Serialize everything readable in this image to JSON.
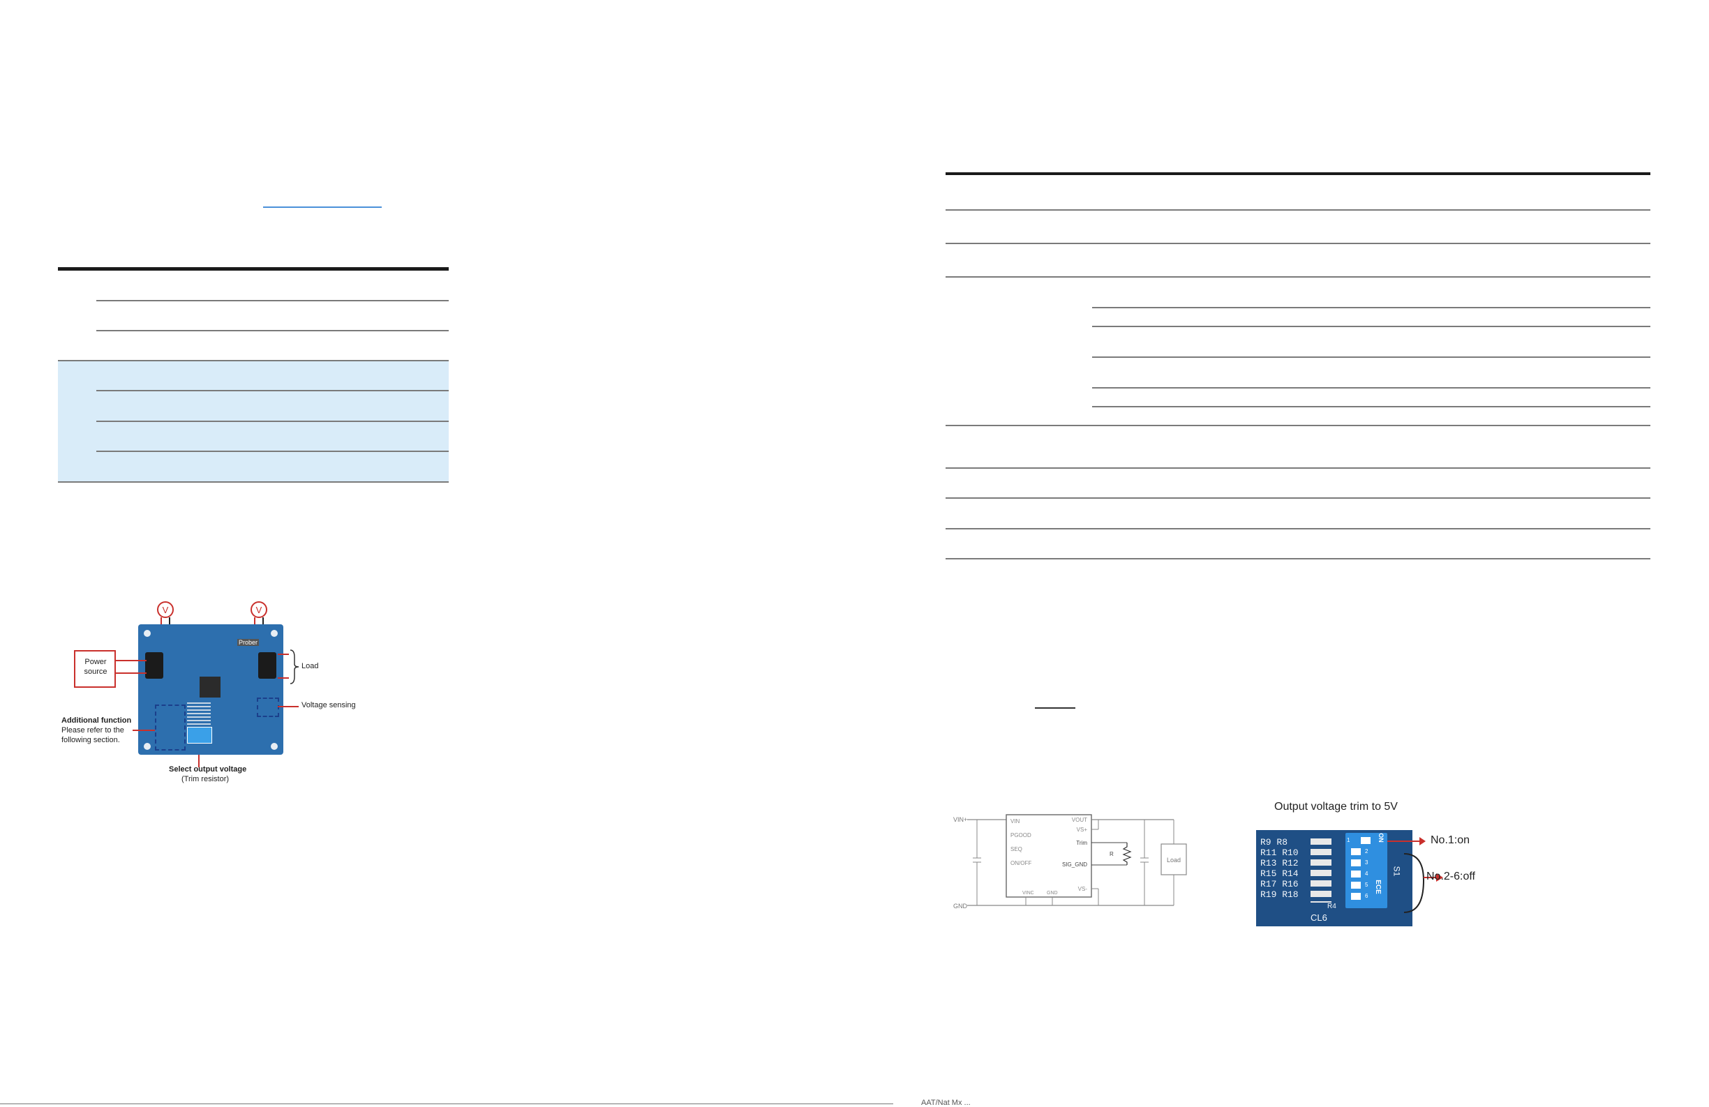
{
  "left_page": {
    "board_figure": {
      "power_source_label": "Power source",
      "load_label": "Load",
      "voltage_sensing_label": "Voltage sensing",
      "additional_function_title": "Additional function",
      "additional_function_body": [
        "Please refer to the",
        "following section."
      ],
      "select_output_title": "Select output voltage",
      "select_output_sub": "(Trim resistor)",
      "meter_label": "V",
      "board_silk": "Prober"
    }
  },
  "right_page": {
    "schematic": {
      "vin_label": "VIN+",
      "gnd_label": "GND",
      "pins_left": [
        "VIN",
        "PGOOD",
        "SEQ",
        "ON/OFF"
      ],
      "pins_right": [
        "VOUT",
        "VS+",
        "Trim",
        "SIG_GND",
        "VS-"
      ],
      "pins_bottom": [
        "VINC",
        "GND"
      ],
      "resistor_label": "R",
      "load_label": "Load"
    },
    "dip_figure": {
      "title": "Output voltage trim to 5V",
      "no1_label": "No.1:on",
      "no26_label": "No.2-6:off",
      "resistor_rows": [
        "R9  R8",
        "R11 R10",
        "R13 R12",
        "R15 R14",
        "R17 R16",
        "R19 R18"
      ],
      "switch_numbers": [
        "1",
        "2",
        "3",
        "4",
        "5",
        "6"
      ],
      "switch_on": "ON",
      "switch_brand": "ECE",
      "board_label": "S1",
      "bottom_silk": "CL6",
      "bottom_silk2": "R4"
    },
    "footer_text": "AAT/Nat Mx ..."
  },
  "colors": {
    "table_blue": "#d9ecf9",
    "link_blue": "#4a90d9",
    "board_blue": "#2d6fae",
    "callout_red": "#c9302c"
  }
}
